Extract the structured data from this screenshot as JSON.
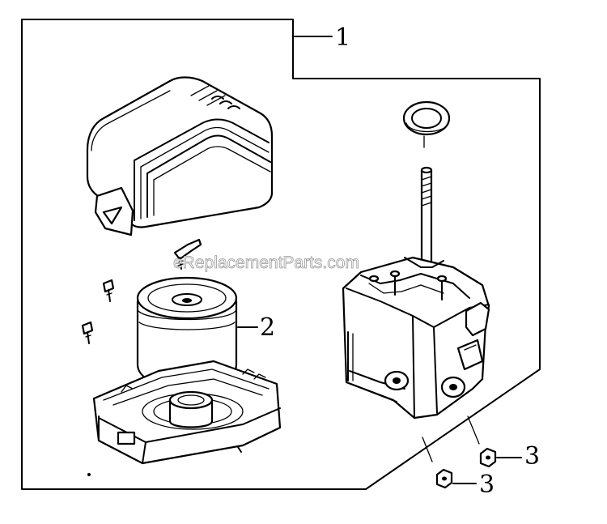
{
  "watermark": "eReplacementParts.com",
  "callouts": [
    {
      "id": "1",
      "label": "1",
      "part": "air-cleaner-assembly"
    },
    {
      "id": "2",
      "label": "2",
      "part": "filter-element"
    },
    {
      "id": "3a",
      "label": "3",
      "part": "nut"
    },
    {
      "id": "3b",
      "label": "3",
      "part": "nut"
    }
  ]
}
